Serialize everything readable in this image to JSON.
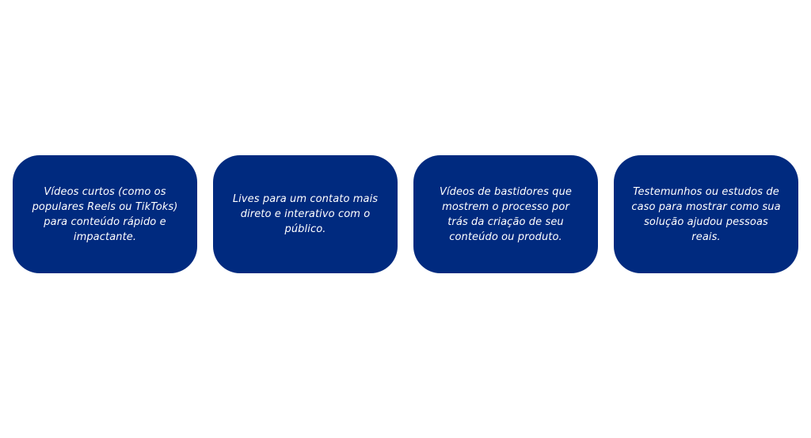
{
  "colors": {
    "background": "#ffffff",
    "card_fill": "#002a7f",
    "card_text": "#ffffff"
  },
  "cards": [
    {
      "text": "Vídeos curtos (como os populares Reels ou TikToks) para conteúdo rápido e impactante."
    },
    {
      "text": "Lives para um contato mais direto e interativo com o público."
    },
    {
      "text": "Vídeos de bastidores que mostrem o processo por trás da criação de seu conteúdo ou produto."
    },
    {
      "text": "Testemunhos ou estudos de caso para mostrar como sua solução ajudou pessoas reais."
    }
  ]
}
